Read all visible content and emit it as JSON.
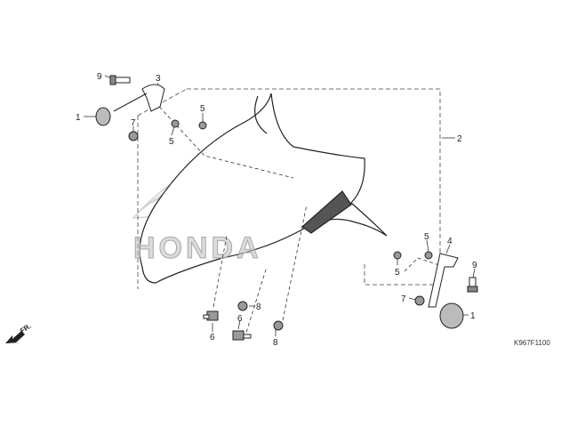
{
  "diagram": {
    "watermark": "HONDA",
    "direction_label": "FR.",
    "diagram_code": "K967F1100",
    "callouts": [
      {
        "id": "c9a",
        "text": "9"
      },
      {
        "id": "c3",
        "text": "3"
      },
      {
        "id": "c1a",
        "text": "1"
      },
      {
        "id": "c7a",
        "text": "7"
      },
      {
        "id": "c5a",
        "text": "5"
      },
      {
        "id": "c5b",
        "text": "5"
      },
      {
        "id": "c2",
        "text": "2"
      },
      {
        "id": "c5c",
        "text": "5"
      },
      {
        "id": "c4",
        "text": "4"
      },
      {
        "id": "c5d",
        "text": "5"
      },
      {
        "id": "c9b",
        "text": "9"
      },
      {
        "id": "c7b",
        "text": "7"
      },
      {
        "id": "c1b",
        "text": "1"
      },
      {
        "id": "c8a",
        "text": "8"
      },
      {
        "id": "c6a",
        "text": "6"
      },
      {
        "id": "c6b",
        "text": "6"
      },
      {
        "id": "c8b",
        "text": "8"
      }
    ]
  }
}
